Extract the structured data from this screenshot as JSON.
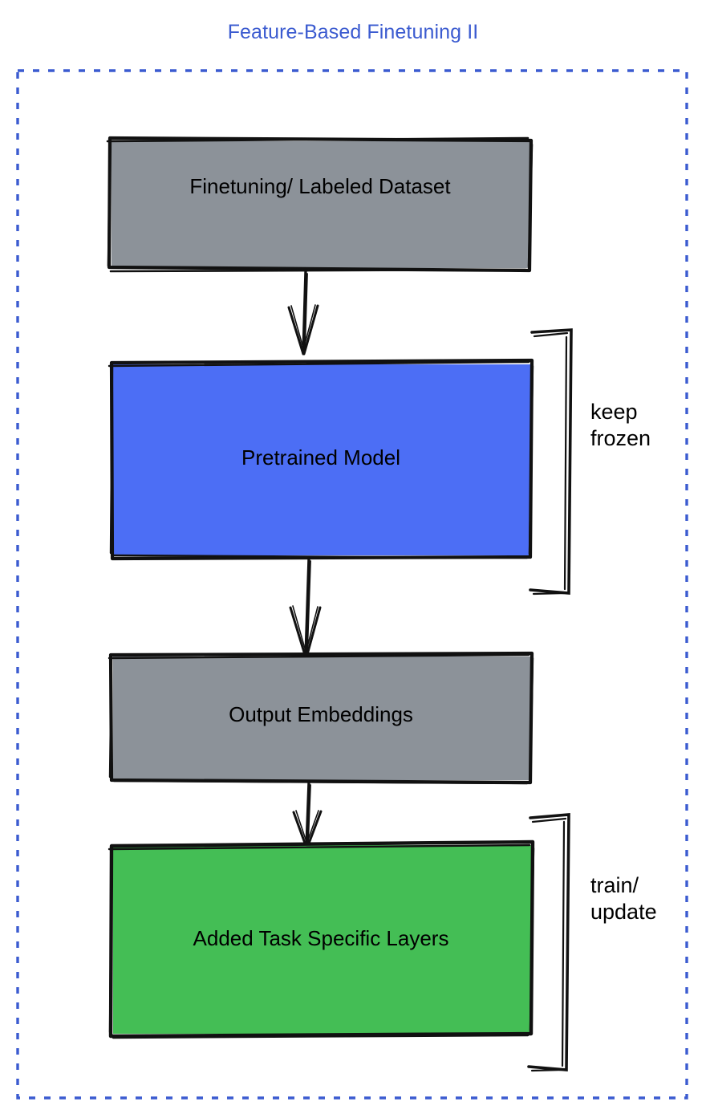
{
  "page": {
    "title": "Feature-Based Finetuning II",
    "title_color": "#3b5bd0",
    "background": "#ffffff",
    "border_style": "dashed",
    "border_color": "#3b5bd0"
  },
  "diagram": {
    "type": "flowchart",
    "direction": "top-to-bottom",
    "nodes": [
      {
        "id": "dataset",
        "label": "Finetuning/ Labeled Dataset",
        "fill": "#8c9299",
        "stroke": "#000000",
        "shape": "rectangle"
      },
      {
        "id": "pretrained",
        "label": "Pretrained Model",
        "fill": "#4c6ef5",
        "stroke": "#000000",
        "shape": "rectangle"
      },
      {
        "id": "embeddings",
        "label": "Output Embeddings",
        "fill": "#8c9299",
        "stroke": "#000000",
        "shape": "rectangle"
      },
      {
        "id": "task_layers",
        "label": "Added Task Specific Layers",
        "fill": "#44be55",
        "stroke": "#000000",
        "shape": "rectangle"
      }
    ],
    "edges": [
      {
        "from": "dataset",
        "to": "pretrained",
        "style": "arrow"
      },
      {
        "from": "pretrained",
        "to": "embeddings",
        "style": "arrow"
      },
      {
        "from": "embeddings",
        "to": "task_layers",
        "style": "arrow"
      }
    ],
    "annotations": [
      {
        "id": "keep_frozen",
        "label": "keep\nfrozen",
        "targets": [
          "pretrained"
        ],
        "marker": "bracket"
      },
      {
        "id": "train_update",
        "label": "train/\nupdate",
        "targets": [
          "task_layers"
        ],
        "marker": "bracket"
      }
    ]
  }
}
